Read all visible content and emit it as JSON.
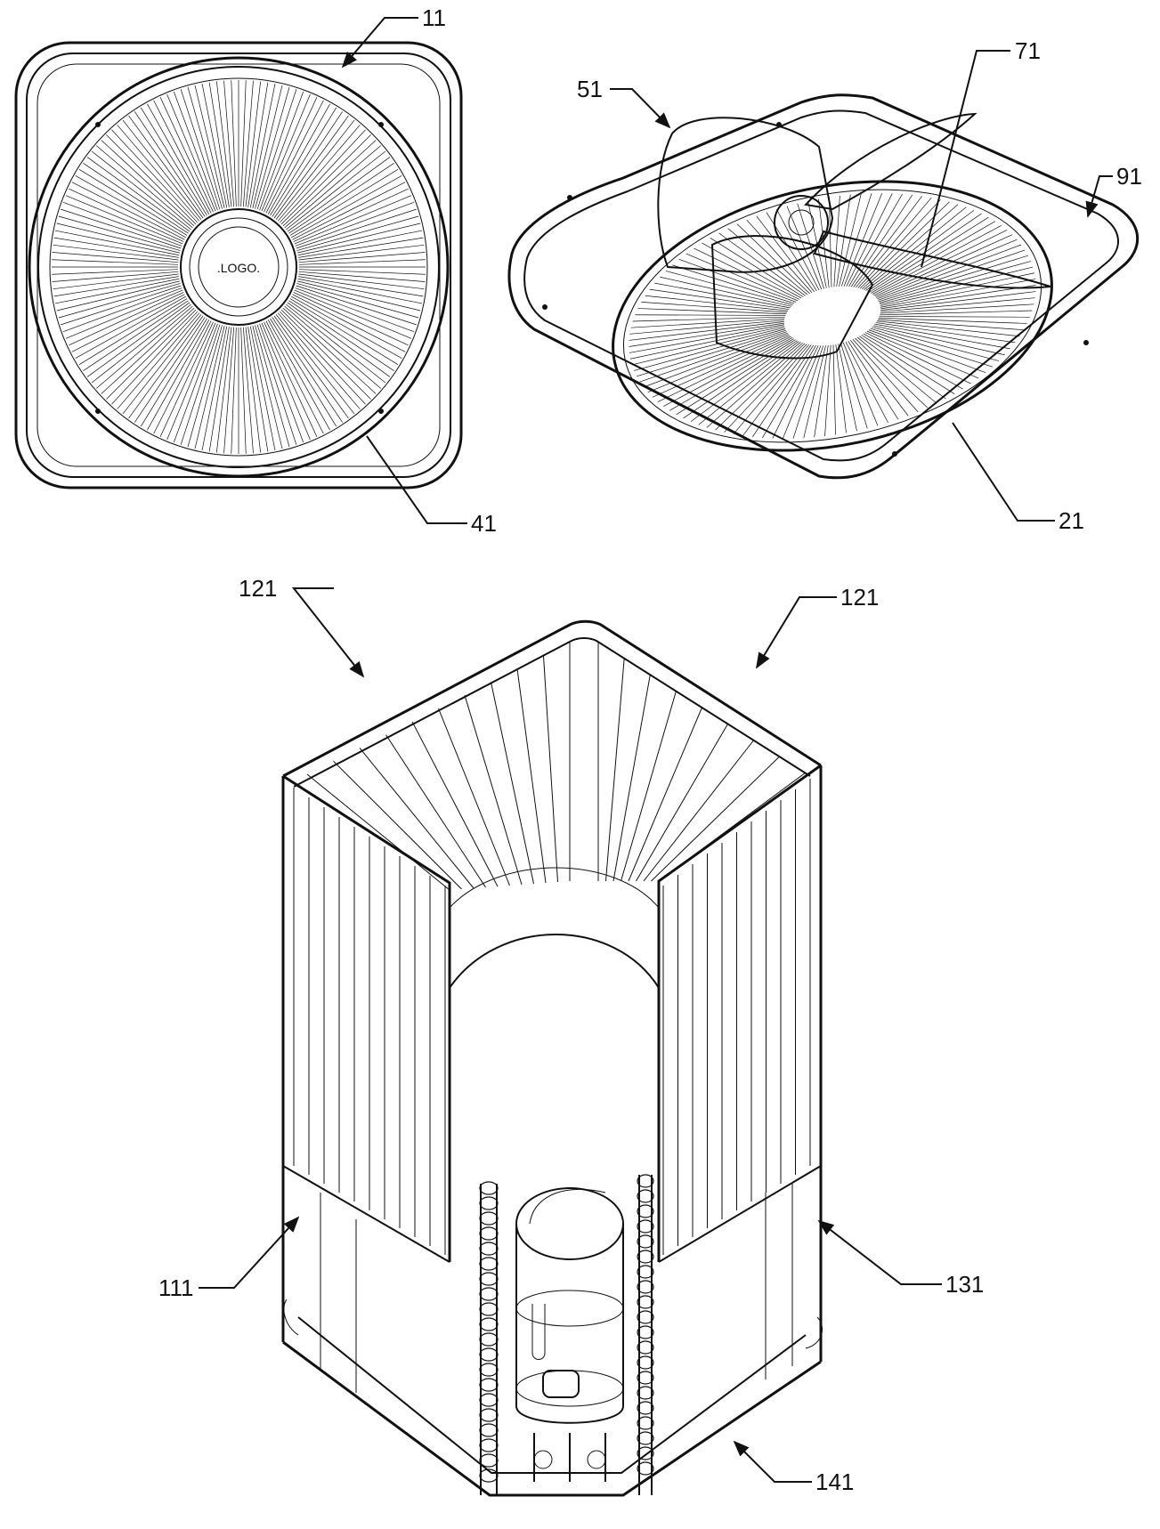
{
  "labels": {
    "l11": "11",
    "l71": "71",
    "l51": "51",
    "l91": "91",
    "l41": "41",
    "l21": "21",
    "l121a": "121",
    "l121b": "121",
    "l111": "111",
    "l131": "131",
    "l141": "141"
  },
  "colors": {
    "ink": "#111111",
    "paper": "#ffffff"
  }
}
